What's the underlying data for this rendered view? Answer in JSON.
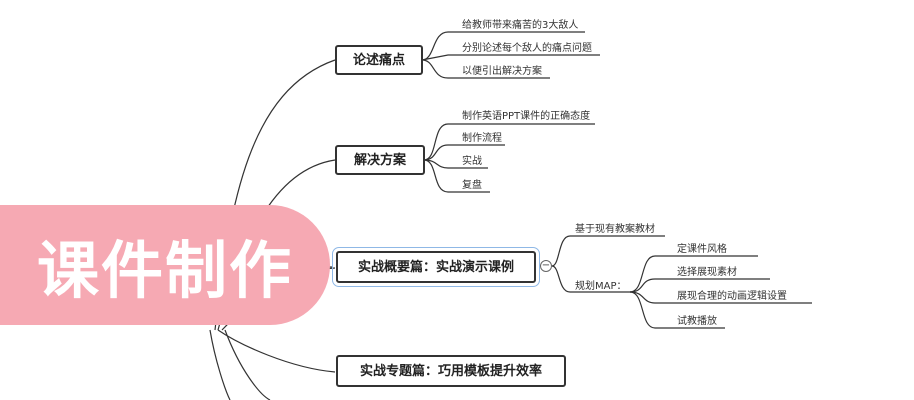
{
  "watermark": {
    "text": "课件制作"
  },
  "branches": {
    "pain": {
      "title": "论述痛点",
      "items": [
        "给教师带来痛苦的3大敌人",
        "分别论述每个敌人的痛点问题",
        "以便引出解决方案"
      ]
    },
    "solution": {
      "title": "解决方案",
      "items": [
        "制作英语PPT课件的正确态度",
        "制作流程",
        "实战",
        "复盘"
      ]
    },
    "overview": {
      "title": "实战概要篇：实战演示课例",
      "collapse": "−",
      "items": [
        "基于现有教案教材",
        "规划MAP："
      ],
      "map_items": [
        "定课件风格",
        "选择展现素材",
        "展现合理的动画逻辑设置",
        "试教播放"
      ]
    },
    "special": {
      "title": "实战专题篇：巧用模板提升效率"
    }
  },
  "colors": {
    "line": "#333333",
    "watermark": "#f6a9b3",
    "selection": "#8fb8e6"
  }
}
